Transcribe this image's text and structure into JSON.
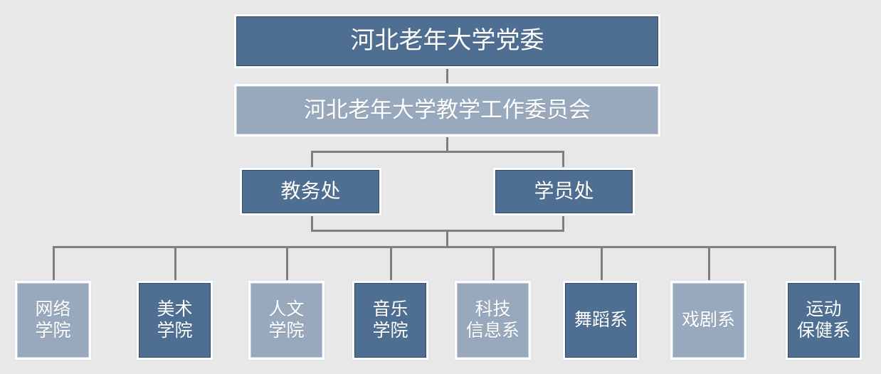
{
  "diagram": {
    "type": "organization-chart",
    "background_color": "#e8e8e8",
    "connector_color": "#7f7f7f",
    "palette": {
      "dark_fill": "#4e6e92",
      "light_fill": "#98a8bd",
      "box_border": "#ffffff",
      "text_color": "#ffffff"
    },
    "levels": [
      {
        "level": 1,
        "nodes": [
          {
            "id": "party-committee",
            "label": "河北老年大学党委",
            "style": "dark"
          }
        ]
      },
      {
        "level": 2,
        "nodes": [
          {
            "id": "teaching-committee",
            "label": "河北老年大学教学工作委员会",
            "style": "light"
          }
        ]
      },
      {
        "level": 3,
        "nodes": [
          {
            "id": "academic-affairs",
            "label": "教务处",
            "style": "dark"
          },
          {
            "id": "student-affairs",
            "label": "学员处",
            "style": "dark"
          }
        ]
      },
      {
        "level": 4,
        "nodes": [
          {
            "id": "network-college",
            "label": "网络\n学院",
            "style": "light"
          },
          {
            "id": "fine-arts-college",
            "label": "美术\n学院",
            "style": "dark"
          },
          {
            "id": "humanities-college",
            "label": "人文\n学院",
            "style": "light"
          },
          {
            "id": "music-college",
            "label": "音乐\n学院",
            "style": "dark"
          },
          {
            "id": "sci-tech-information-dept",
            "label": "科技\n信息系",
            "style": "light"
          },
          {
            "id": "dance-dept",
            "label": "舞蹈系",
            "style": "dark"
          },
          {
            "id": "drama-dept",
            "label": "戏剧系",
            "style": "light"
          },
          {
            "id": "sports-health-dept",
            "label": "运动\n保健系",
            "style": "dark"
          }
        ]
      }
    ]
  }
}
